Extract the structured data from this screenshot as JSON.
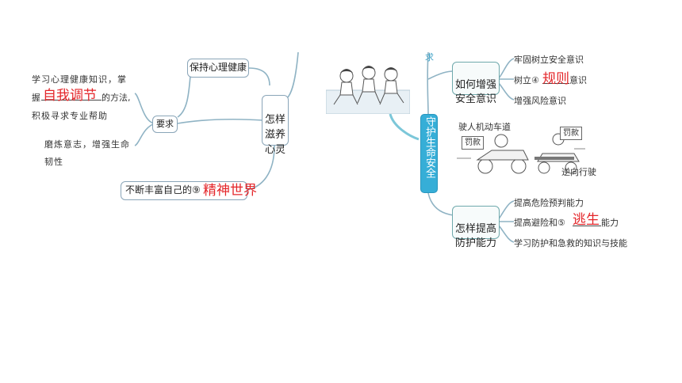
{
  "left": {
    "keep_health": "保持心理健康",
    "nourish": "怎样\n滋养\n心灵",
    "requirement": "要求",
    "req_item1_line1": "学习心理健康知识，掌",
    "req_item1_line2_prefix": "握",
    "req_item1_line2_suffix": "的方法,",
    "req_item1_line3": "积极寻求专业帮助",
    "req_item1_answer": "自我调节",
    "req_item2_line1": "磨炼意志，增强生命",
    "req_item2_line2": "韧性",
    "enrich": "不断丰富自己的⑨",
    "enrich_answer": "精神世界"
  },
  "center": {
    "title": "守护生命安全"
  },
  "right": {
    "top_label": "求",
    "strengthen": "如何增强\n安全意识",
    "leaf1": "牢固树立安全意识",
    "leaf2_prefix": "树立④",
    "leaf2_suffix": "意识",
    "leaf2_answer": "规则",
    "leaf3": "增强风险意识",
    "improve": "怎样提高\n防护能力",
    "leaf4": "提高危险预判能力",
    "leaf5_prefix": "提高避险和⑤",
    "leaf5_suffix": "能力",
    "leaf5_answer": "逃生",
    "leaf6": "学习防护和急救的知识与技能"
  },
  "illustration": {
    "caption_top": "驶人机动车道",
    "caption_bottom": "逆向行驶",
    "sign_left": "罚款",
    "sign_right": "罚款"
  },
  "colors": {
    "answer": "#e4262a",
    "center": "#36aed7",
    "connector": "#8fb3c4",
    "connector_teal": "#7cc7d9"
  }
}
